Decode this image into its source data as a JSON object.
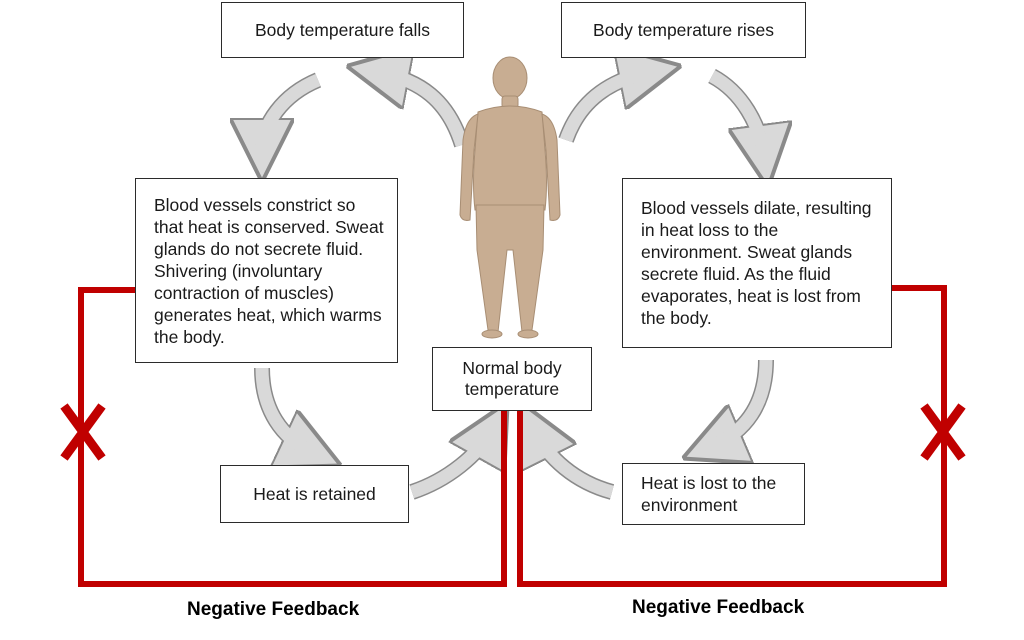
{
  "boxes": {
    "temp_falls": "Body temperature falls",
    "temp_rises": "Body temperature rises",
    "constrict": "Blood vessels constrict so that heat is conserved. Sweat glands do not secrete fluid. Shivering (involuntary contraction of muscles) generates heat, which warms the body.",
    "dilate": "Blood vessels dilate, resulting in heat loss to the environment. Sweat glands secrete fluid. As the fluid evaporates, heat is lost from the body.",
    "normal": "Normal body temperature",
    "retained": "Heat is retained",
    "lost": "Heat is lost to the environment"
  },
  "feedback": {
    "left_caption": "Negative Feedback",
    "right_caption": "Negative Feedback",
    "mark": "X"
  },
  "colors": {
    "feedback_line": "#c00000",
    "arrow_fill": "#d9d9d9",
    "arrow_stroke": "#8a8a8a",
    "body_fill": "#c8ad92"
  }
}
